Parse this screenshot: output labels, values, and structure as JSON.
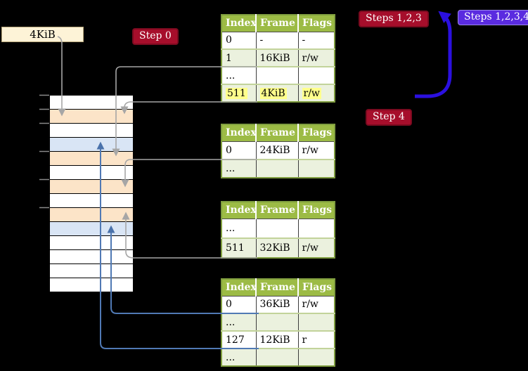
{
  "labels": {
    "page_size": "4KiB"
  },
  "badges": [
    {
      "label": "Step 0"
    },
    {
      "label": "Steps 1,2,3"
    },
    {
      "label": "Steps 1,2,3,4"
    },
    {
      "label": "Step 4"
    }
  ],
  "memory_column": {
    "row_colors": [
      "white",
      "orange",
      "white",
      "blue",
      "orange",
      "white",
      "orange",
      "white",
      "orange",
      "blue",
      "white",
      "white",
      "white",
      "white"
    ]
  },
  "tables": [
    {
      "headers": [
        "Index",
        "Frame",
        "Flags"
      ],
      "rows": [
        {
          "cells": [
            "0",
            "-",
            "-"
          ],
          "alt": false,
          "highlight": false
        },
        {
          "cells": [
            "1",
            "16KiB",
            "r/w"
          ],
          "alt": true,
          "highlight": false
        },
        {
          "cells": [
            "...",
            "",
            ""
          ],
          "alt": false,
          "highlight": false
        },
        {
          "cells": [
            "511",
            "4KiB",
            "r/w"
          ],
          "alt": true,
          "highlight": true
        }
      ]
    },
    {
      "headers": [
        "Index",
        "Frame",
        "Flags"
      ],
      "rows": [
        {
          "cells": [
            "0",
            "24KiB",
            "r/w"
          ],
          "alt": false,
          "highlight": false
        },
        {
          "cells": [
            "...",
            "",
            ""
          ],
          "alt": true,
          "highlight": false
        }
      ]
    },
    {
      "headers": [
        "Index",
        "Frame",
        "Flags"
      ],
      "rows": [
        {
          "cells": [
            "...",
            "",
            ""
          ],
          "alt": false,
          "highlight": false
        },
        {
          "cells": [
            "511",
            "32KiB",
            "r/w"
          ],
          "alt": true,
          "highlight": false
        }
      ]
    },
    {
      "headers": [
        "Index",
        "Frame",
        "Flags"
      ],
      "rows": [
        {
          "cells": [
            "0",
            "36KiB",
            "r/w"
          ],
          "alt": false,
          "highlight": false
        },
        {
          "cells": [
            "...",
            "",
            ""
          ],
          "alt": true,
          "highlight": false
        },
        {
          "cells": [
            "127",
            "12KiB",
            "r"
          ],
          "alt": false,
          "highlight": false
        },
        {
          "cells": [
            "...",
            "",
            ""
          ],
          "alt": true,
          "highlight": false
        }
      ]
    }
  ],
  "colors": {
    "table_header_bg": "#9cbb45",
    "table_row_alt_bg": "#ebf1de",
    "table_border": "#7f9d3f",
    "row_highlight": "#ffff8c",
    "badge_red": "#a60e2b",
    "badge_blue": "#5a2be0",
    "label_cream": "#fdf3d7",
    "memory_orange": "#fce4c8",
    "memory_blue": "#d9e5f5",
    "connector_gray": "#a6a6a6",
    "connector_blue": "#5079b4",
    "loop_arrow_blue": "#2b10e0"
  }
}
